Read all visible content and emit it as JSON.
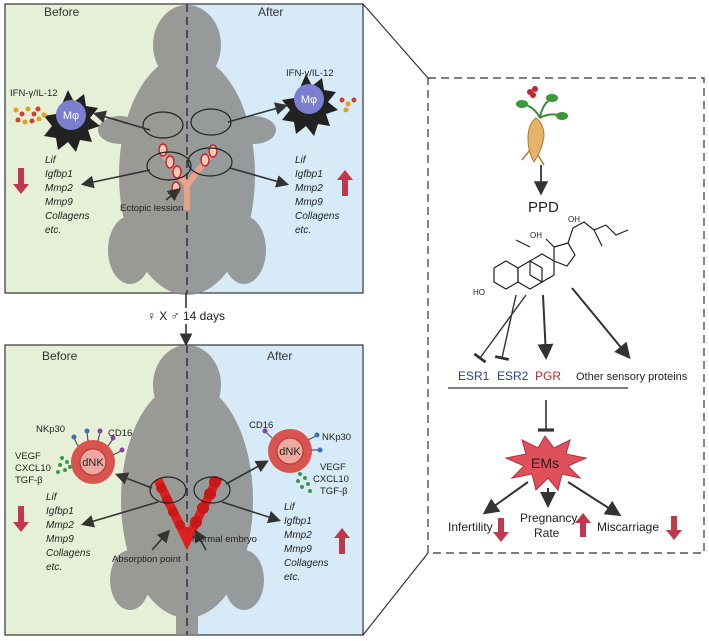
{
  "panel_top": {
    "before_label": "Before",
    "after_label": "After",
    "left_cytokine": "IFN-γ/IL-12",
    "right_cytokine": "IFN-γ/IL-12",
    "cell_label_left": "Mφ",
    "cell_label_right": "Mφ",
    "genes": [
      "Lif",
      "Igfbp1",
      "Mmp2",
      "Mmp9",
      "Collagens",
      "etc."
    ],
    "lesion_label": "Ectopic lession",
    "left_arrow": "down",
    "right_arrow": "up"
  },
  "mating_label": "♀ X ♂ 14 days",
  "panel_bottom": {
    "before_label": "Before",
    "after_label": "After",
    "cell_label_left": "dNK",
    "cell_label_right": "dNK",
    "left_markers": [
      "NKp30",
      "CD16"
    ],
    "right_markers": [
      "CD16",
      "NKp30"
    ],
    "left_factors": [
      "VEGF",
      "CXCL10",
      "TGF-β"
    ],
    "right_factors": [
      "VEGF",
      "CXCL10",
      "TGF-β"
    ],
    "genes": [
      "Lif",
      "Igfbp1",
      "Mmp2",
      "Mmp9",
      "Collagens",
      "etc."
    ],
    "absorption_label": "Absorption point",
    "embryo_label": "Normal embryo"
  },
  "right_panel": {
    "compound": "PPD",
    "oh_top": "OH",
    "oh_mid": "OH",
    "ho_low": "HO",
    "targets": [
      {
        "label": "ESR1",
        "color": "#2b3f8f"
      },
      {
        "label": "ESR2",
        "color": "#2b3f8f"
      },
      {
        "label": "PGR",
        "color": "#c0262f"
      },
      {
        "label": "Other sensory proteins",
        "color": "#222222"
      }
    ],
    "disease": "EMs",
    "outcomes": [
      {
        "label": "Infertility",
        "direction": "down"
      },
      {
        "label": "Pregnancy Rate",
        "line1": "Pregnancy",
        "line2": "Rate",
        "direction": "up"
      },
      {
        "label": "Miscarriage",
        "direction": "down"
      }
    ]
  },
  "colors": {
    "before_bg": "#e6f0d6",
    "after_bg": "#d6ebf7",
    "arrow_red": "#c0394a",
    "burst_red": "#e0505a",
    "cell_purple": "#7a7fd0",
    "dnk_red": "#d9534f"
  }
}
